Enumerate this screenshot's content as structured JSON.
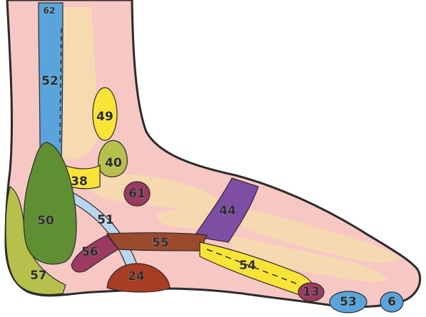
{
  "diagram": {
    "colors": {
      "skin": "#f7c8c3",
      "outline": "#2b2b2b",
      "bone": "#f6dcae",
      "blue": "#5aa4dc",
      "yellow": "#f7e437",
      "olive": "#b6c04a",
      "green": "#5e8f33",
      "purple": "#7d4ea3",
      "brown": "#9b4a2c",
      "magenta": "#9c3a62",
      "red_brown": "#a83d24"
    },
    "zones": [
      {
        "id": "62",
        "label": "62",
        "color": "blue"
      },
      {
        "id": "52",
        "label": "52",
        "color": "blue"
      },
      {
        "id": "49",
        "label": "49",
        "color": "yellow"
      },
      {
        "id": "40",
        "label": "40",
        "color": "olive"
      },
      {
        "id": "38",
        "label": "38",
        "color": "yellow"
      },
      {
        "id": "61",
        "label": "61",
        "color": "magenta"
      },
      {
        "id": "50",
        "label": "50",
        "color": "green"
      },
      {
        "id": "51",
        "label": "51",
        "color": "blue"
      },
      {
        "id": "44",
        "label": "44",
        "color": "purple"
      },
      {
        "id": "55",
        "label": "55",
        "color": "brown"
      },
      {
        "id": "56",
        "label": "56",
        "color": "magenta"
      },
      {
        "id": "54",
        "label": "54",
        "color": "yellow"
      },
      {
        "id": "57",
        "label": "57",
        "color": "olive"
      },
      {
        "id": "24",
        "label": "24",
        "color": "red_brown"
      },
      {
        "id": "13",
        "label": "13",
        "color": "magenta"
      },
      {
        "id": "53",
        "label": "53",
        "color": "blue"
      },
      {
        "id": "6",
        "label": "6",
        "color": "blue"
      }
    ]
  }
}
